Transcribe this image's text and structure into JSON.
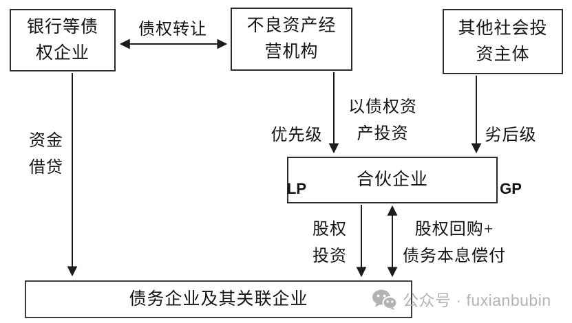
{
  "diagram": {
    "title_hint": "NPA partnership investment structure flowchart",
    "nodes": {
      "bank": "银行等债\n权企业",
      "npa": "不良资产经\n营机构",
      "investor": "其他社会投\n资主体",
      "partnership": "合伙企业",
      "debtor": "债务企业及其关联企业"
    },
    "edge_labels": {
      "transfer": "债权转让",
      "funding": "资金\n借贷",
      "senior_cn": "优先级",
      "senior_en": "LP",
      "debt_invest": "以债权资\n产投资",
      "junior_cn": "劣后级",
      "junior_en": "GP",
      "equity_invest": "股权\n投资",
      "buyback": "股权回购+\n债务本息偿付"
    },
    "edges": [
      {
        "from": "bank",
        "to": "npa",
        "label": "债权转让",
        "direction": "both"
      },
      {
        "from": "bank",
        "to": "debtor",
        "label": "资金借贷",
        "direction": "down"
      },
      {
        "from": "npa",
        "to": "partnership",
        "label": "优先级 LP / 以债权资产投资",
        "direction": "down"
      },
      {
        "from": "investor",
        "to": "partnership",
        "label": "劣后级 GP",
        "direction": "down"
      },
      {
        "from": "partnership",
        "to": "debtor",
        "label": "股权投资",
        "direction": "down"
      },
      {
        "from": "partnership",
        "to": "debtor",
        "label": "股权回购+债务本息偿付",
        "direction": "both"
      }
    ],
    "colors": {
      "line": "#1c1c1c",
      "box_border": "#2b2b2b",
      "text": "#141414",
      "watermark": "#b3b3b3",
      "background": "#ffffff"
    }
  },
  "watermark": {
    "icon": "wechat-icon",
    "text": "公众号 · fuxianbubin"
  }
}
